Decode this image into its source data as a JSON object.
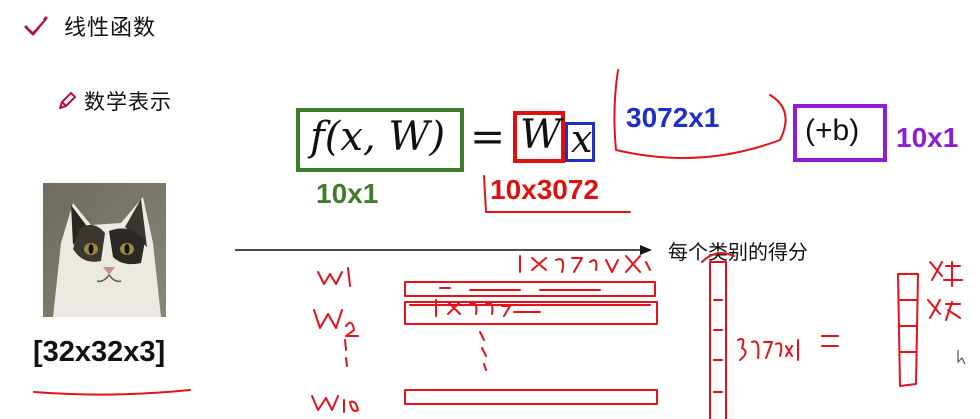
{
  "section": {
    "title": "线性函数",
    "subtitle": "数学表示",
    "check_icon": "check-icon",
    "pencil_icon": "pencil-icon"
  },
  "equation": {
    "function": "f(x, W)",
    "equals": "=",
    "weight": "W",
    "input": "x",
    "bias": "(+b)"
  },
  "dimensions": {
    "function_dim": "10x1",
    "weight_dim": "10x3072",
    "input_dim": "3072x1",
    "bias_dim": "10x1",
    "image_dim": "[32x32x3]"
  },
  "arrow_label": "每个类别的得分",
  "colors": {
    "function_box": "#3f7d2a",
    "weight_box": "#e01010",
    "input_box": "#1f2fc8",
    "bias_box": "#8b1fd6",
    "annotation": "#e3121b",
    "check": "#b5123c"
  },
  "annotations": {
    "row_dim_top": "1x3072",
    "row_dim_mid": "1x3072",
    "column_dim": "3072x1",
    "equals_mark": "=",
    "class_cat": "猫",
    "class_dog": "狗",
    "w1": "W1",
    "w2": "W2",
    "w10": "W10"
  }
}
